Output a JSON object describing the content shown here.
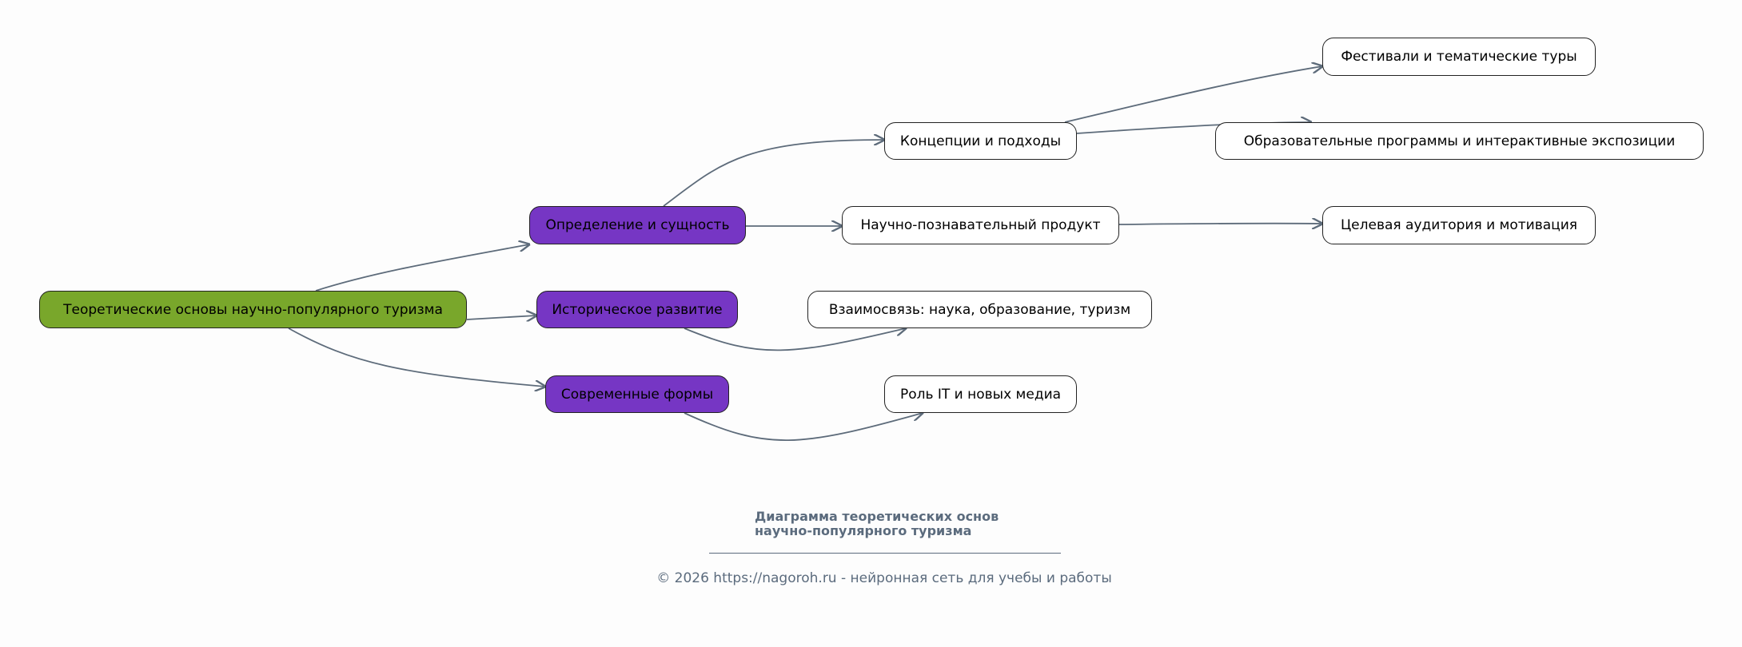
{
  "colors": {
    "root": "#79a72b",
    "section": "#7636c4",
    "leaf": "#ffffff",
    "edge": "#5d6b7a"
  },
  "nodes": {
    "root": "Теоретические основы научно-популярного туризма",
    "definition": "Определение и сущность",
    "history": "Историческое развитие",
    "modern": "Современные формы",
    "concepts": "Концепции и подходы",
    "product": "Научно-познавательный продукт",
    "relation": "Взаимосвязь: наука, образование, туризм",
    "it": "Роль IT и новых медиа",
    "festivals": "Фестивали и тематические туры",
    "education": "Образовательные программы и интерактивные экспозиции",
    "audience": "Целевая аудитория и мотивация"
  },
  "caption": {
    "line1": "Диаграмма теоретических основ",
    "line2": "научно-популярного туризма"
  },
  "footer": "© 2026 https://nagoroh.ru - нейронная сеть для учебы и работы"
}
